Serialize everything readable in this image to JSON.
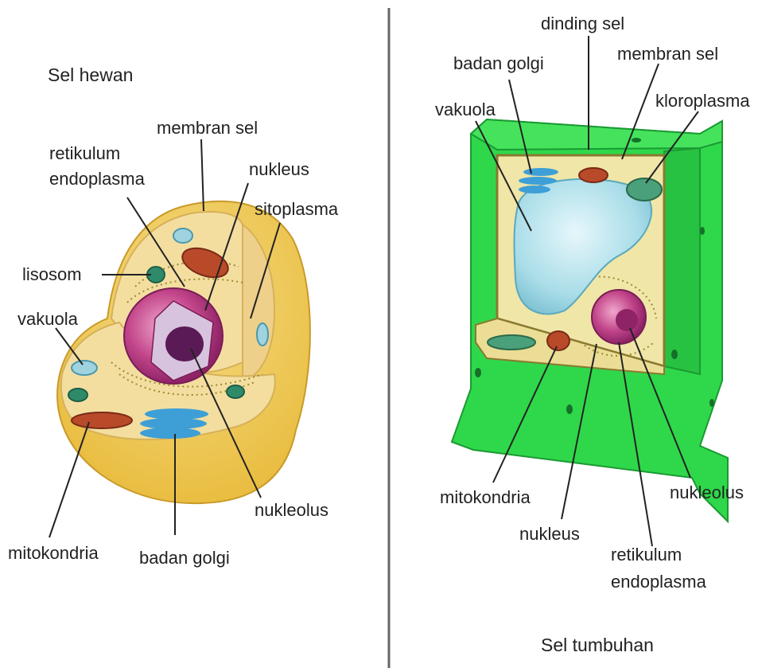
{
  "animal_cell": {
    "title": "Sel hewan",
    "labels": {
      "membran_sel": "membran sel",
      "retikulum": "retikulum",
      "endoplasma": "endoplasma",
      "nukleus": "nukleus",
      "sitoplasma": "sitoplasma",
      "lisosom": "lisosom",
      "vakuola": "vakuola",
      "nukleolus": "nukleolus",
      "mitokondria": "mitokondria",
      "badan_golgi": "badan golgi"
    }
  },
  "plant_cell": {
    "title": "Sel tumbuhan",
    "labels": {
      "dinding_sel": "dinding sel",
      "badan_golgi": "badan golgi",
      "membran_sel": "membran sel",
      "kloroplasma": "kloroplasma",
      "vakuola": "vakuola",
      "mitokondria": "mitokondria",
      "nukleolus": "nukleolus",
      "nukleus": "nukleus",
      "retikulum": "retikulum",
      "endoplasma": "endoplasma"
    }
  },
  "colors": {
    "cell_wall_green": "#2fd84a",
    "cell_wall_dark": "#1fa838",
    "cytoplasm": "#f3dea0",
    "animal_outer": "#f2cf5a",
    "nucleus": "#c2458a",
    "vacuole": "#a9dde8",
    "divider": "#666666"
  }
}
